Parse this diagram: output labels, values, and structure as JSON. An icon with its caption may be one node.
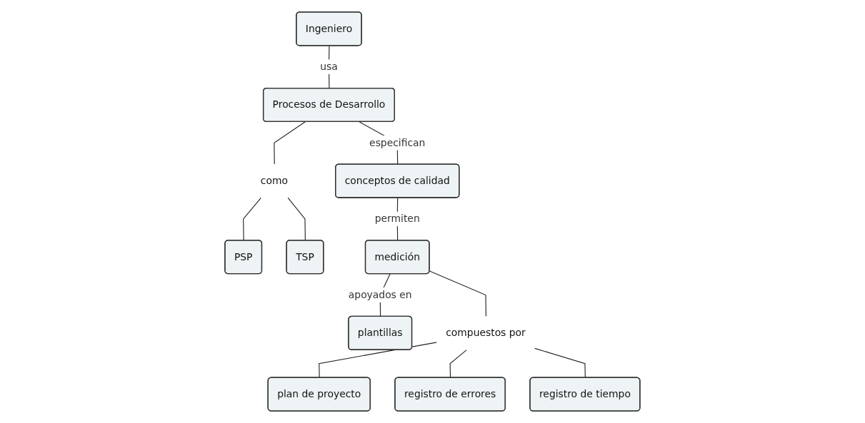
{
  "diagram": {
    "nodes": [
      {
        "text": [
          "Ingeniero"
        ]
      },
      {
        "text": [
          "Procesos de Desarrollo"
        ]
      },
      {
        "text": [
          "como"
        ]
      },
      {
        "text": [
          "PSP"
        ]
      },
      {
        "text": [
          "TSP"
        ]
      },
      {
        "text": [
          "conceptos de calidad"
        ]
      },
      {
        "text": [
          "medición"
        ]
      },
      {
        "text": [
          "plantillas"
        ]
      },
      {
        "text": [
          "compuestos por"
        ]
      },
      {
        "text": [
          "plan de proyecto"
        ]
      },
      {
        "text": [
          "registro de errores"
        ]
      },
      {
        "text": [
          "registro de tiempo"
        ]
      }
    ],
    "edges": [
      {
        "from": 0,
        "to": 1,
        "arrow": "none",
        "label": "usa"
      },
      {
        "from": 1,
        "to": 2,
        "arrow": "none"
      },
      {
        "from": 2,
        "to": 3,
        "arrow": "none"
      },
      {
        "from": 2,
        "to": 4,
        "arrow": "none"
      },
      {
        "from": 1,
        "to": 5,
        "arrow": "none",
        "label": "especifican"
      },
      {
        "from": 5,
        "to": 6,
        "arrow": "none",
        "label": "permiten"
      },
      {
        "from": 6,
        "to": 7,
        "arrow": "none",
        "label": "apoyados en"
      },
      {
        "from": 6,
        "to": 8,
        "arrow": "none"
      },
      {
        "from": 8,
        "to": 9,
        "arrow": "none"
      },
      {
        "from": 8,
        "to": 10,
        "arrow": "none"
      },
      {
        "from": 8,
        "to": 11,
        "arrow": "none"
      }
    ]
  }
}
